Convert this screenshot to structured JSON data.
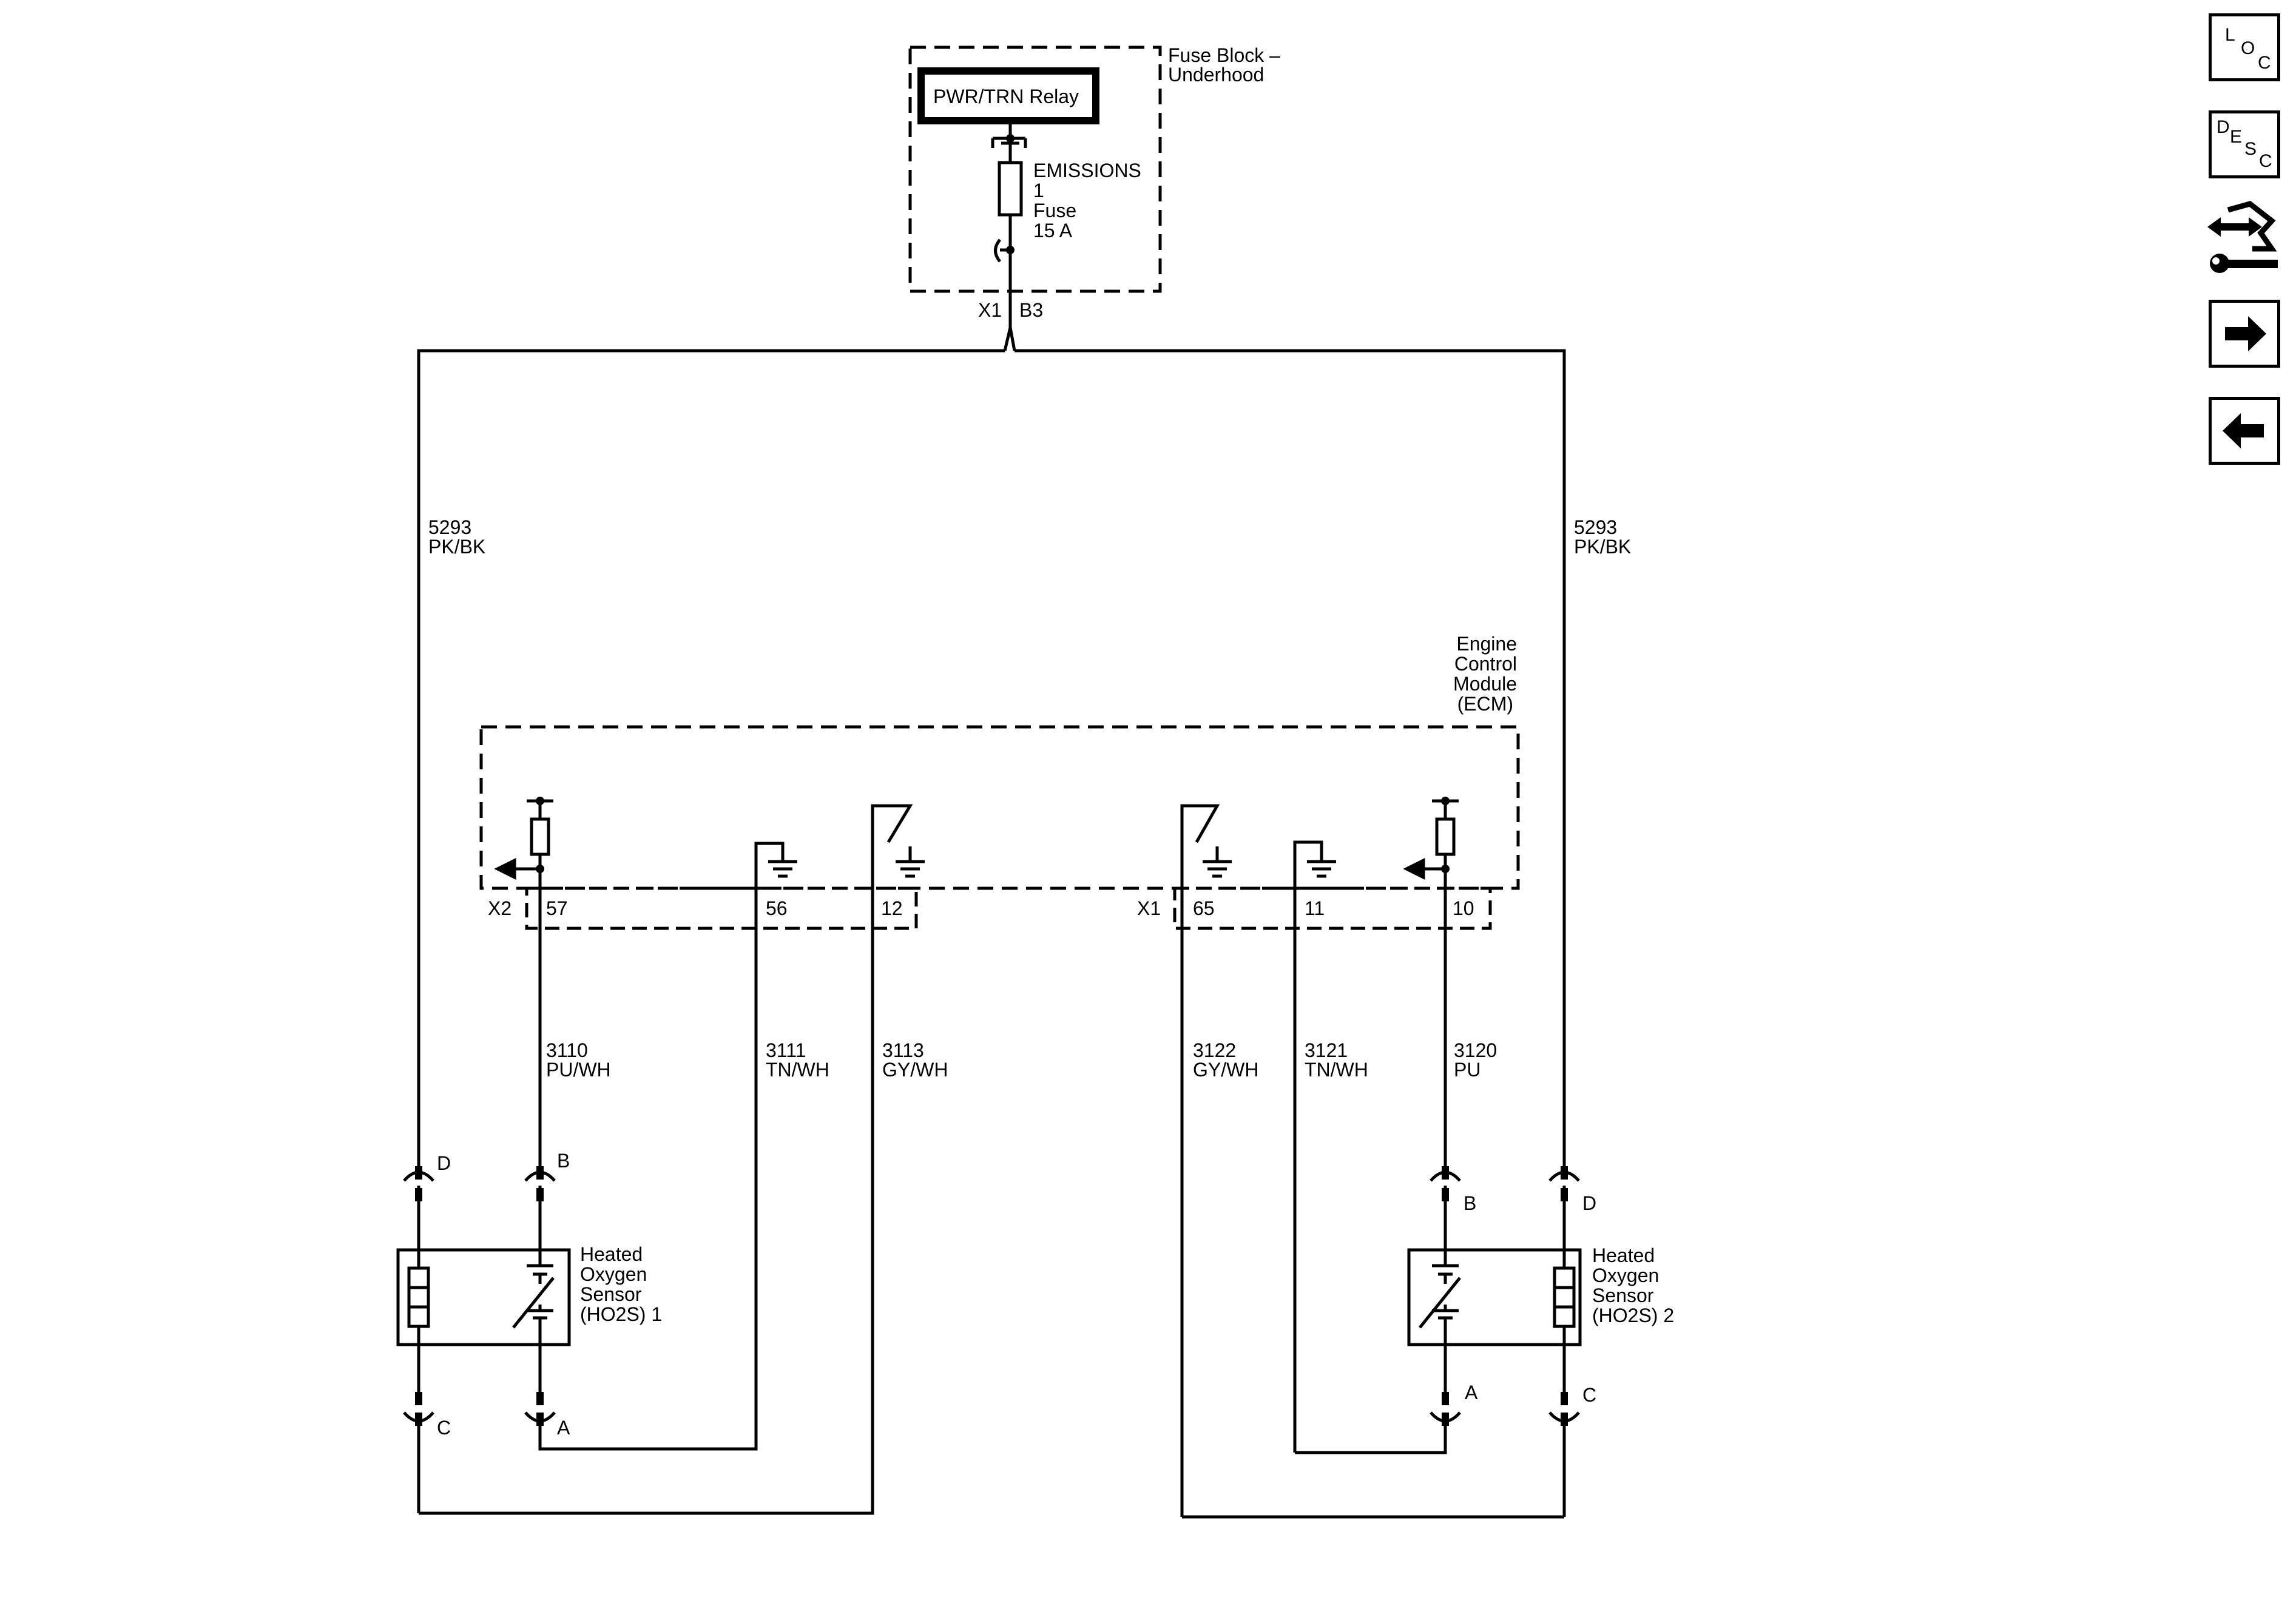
{
  "fuse_block": {
    "title_line1": "Fuse Block –",
    "title_line2": "Underhood",
    "relay": "PWR/TRN Relay",
    "fuse_name": "EMISSIONS",
    "fuse_number": "1",
    "fuse_word": "Fuse",
    "fuse_rating": "15 A",
    "connector": "X1",
    "pin": "B3"
  },
  "wires": {
    "left_feed_num": "5293",
    "left_feed_color": "PK/BK",
    "right_feed_num": "5293",
    "right_feed_color": "PK/BK",
    "w3110_num": "3110",
    "w3110_color": "PU/WH",
    "w3111_num": "3111",
    "w3111_color": "TN/WH",
    "w3113_num": "3113",
    "w3113_color": "GY/WH",
    "w3122_num": "3122",
    "w3122_color": "GY/WH",
    "w3121_num": "3121",
    "w3121_color": "TN/WH",
    "w3120_num": "3120",
    "w3120_color": "PU"
  },
  "ecm": {
    "line1": "Engine",
    "line2": "Control",
    "line3": "Module",
    "line4": "(ECM)",
    "conn_left": "X2",
    "pin_57": "57",
    "pin_56": "56",
    "pin_12": "12",
    "conn_right": "X1",
    "pin_65": "65",
    "pin_11": "11",
    "pin_10": "10"
  },
  "sensor1": {
    "line1": "Heated",
    "line2": "Oxygen",
    "line3": "Sensor",
    "line4": "(HO2S) 1",
    "pin_d": "D",
    "pin_b": "B",
    "pin_c": "C",
    "pin_a": "A"
  },
  "sensor2": {
    "line1": "Heated",
    "line2": "Oxygen",
    "line3": "Sensor",
    "line4": "(HO2S) 2",
    "pin_b": "B",
    "pin_d": "D",
    "pin_a": "A",
    "pin_c": "C"
  },
  "nav": {
    "loc": {
      "l": "L",
      "o": "O",
      "c": "C"
    },
    "desc": {
      "d": "D",
      "e": "E",
      "s": "S",
      "c": "C"
    },
    "icons": [
      "connector-tool-icon",
      "arrow-right-icon",
      "arrow-left-icon"
    ]
  }
}
